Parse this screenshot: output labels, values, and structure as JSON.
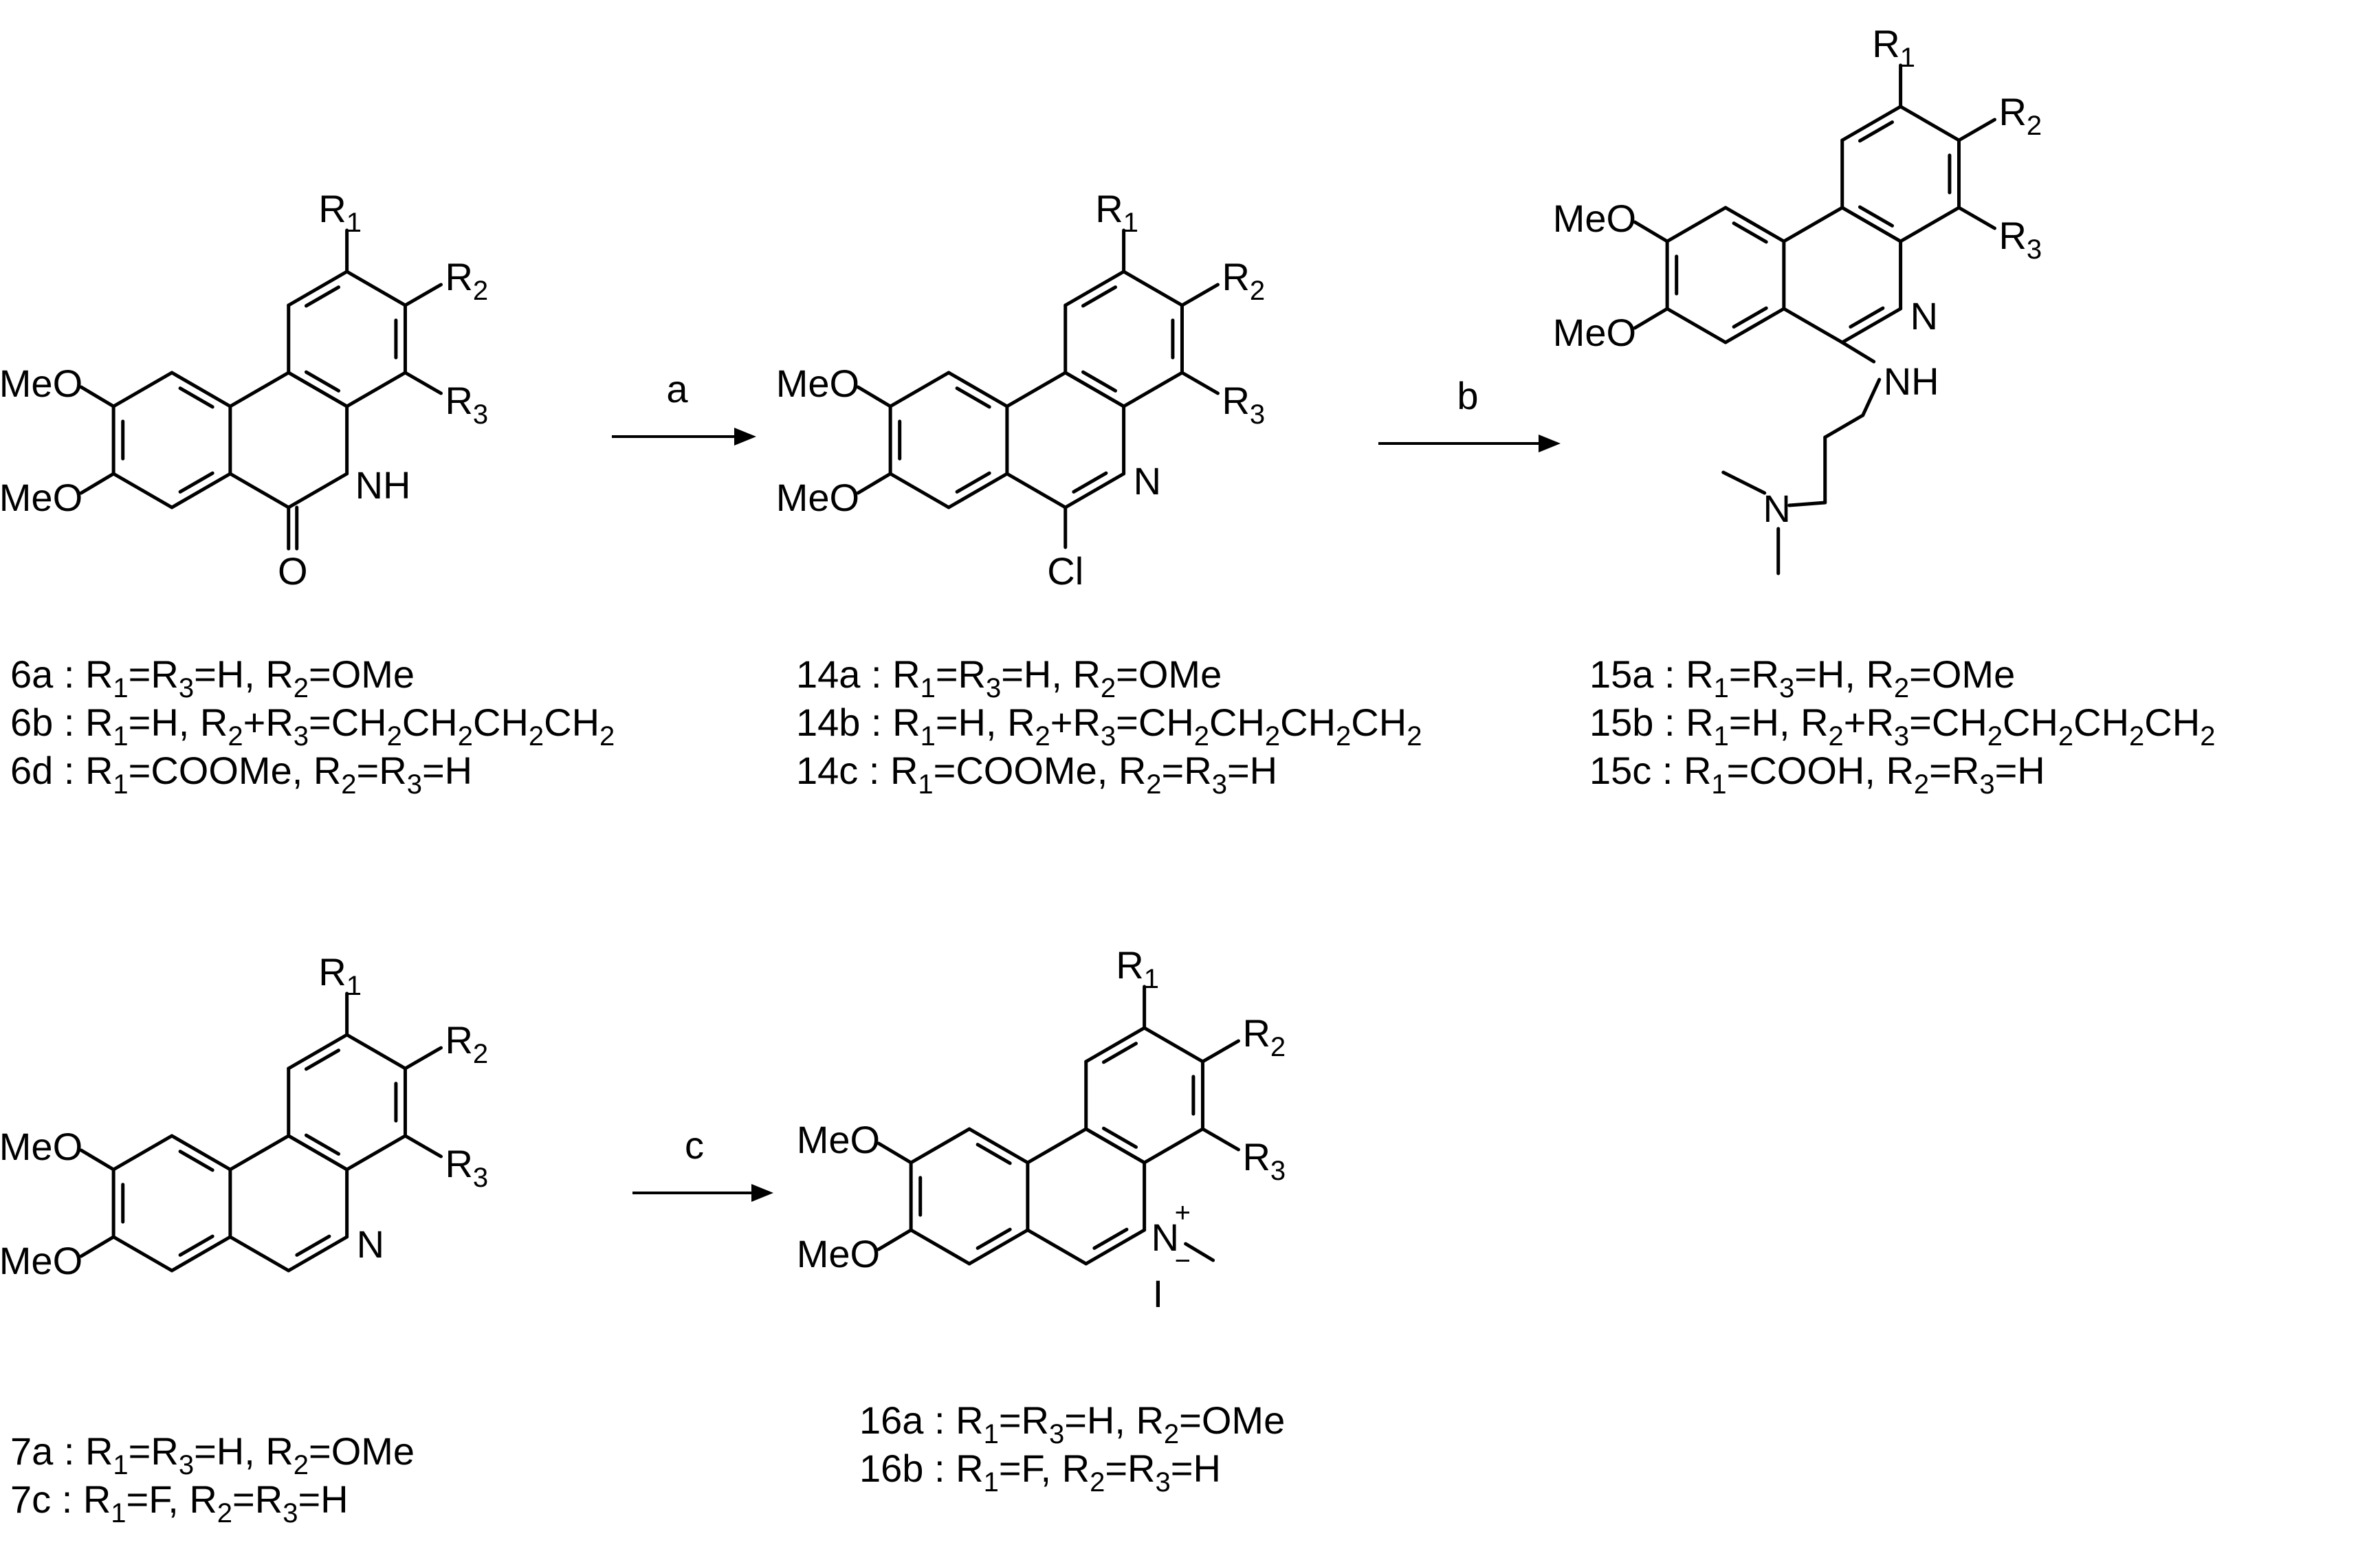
{
  "compounds": {
    "c6": {
      "substituents": {
        "r1": "R1",
        "r2": "R2",
        "r3": "R3",
        "ome_top": "MeO",
        "ome_bottom": "MeO",
        "n": "NH",
        "o": "O"
      },
      "captions": [
        {
          "id": "6a",
          "text": "6a : R1=R3=H, R2=OMe"
        },
        {
          "id": "6b",
          "text": "6b : R1=H, R2+R3=CH2CH2CH2CH2"
        },
        {
          "id": "6d",
          "text": "6d : R1=COOMe, R2=R3=H"
        }
      ]
    },
    "c14": {
      "substituents": {
        "r1": "R1",
        "r2": "R2",
        "r3": "R3",
        "ome_top": "MeO",
        "ome_bottom": "MeO",
        "n": "N",
        "cl": "Cl"
      },
      "captions": [
        {
          "id": "14a",
          "text": "14a : R1=R3=H, R2=OMe"
        },
        {
          "id": "14b",
          "text": "14b : R1=H, R2+R3=CH2CH2CH2CH2"
        },
        {
          "id": "14c",
          "text": "14c : R1=COOMe, R2=R3=H"
        }
      ]
    },
    "c15": {
      "substituents": {
        "r1": "R1",
        "r2": "R2",
        "r3": "R3",
        "ome_top": "MeO",
        "ome_bottom": "MeO",
        "n": "N",
        "nh": "NH",
        "nme2": "N"
      },
      "captions": [
        {
          "id": "15a",
          "text": "15a : R1=R3=H, R2=OMe"
        },
        {
          "id": "15b",
          "text": "15b : R1=H, R2+R3=CH2CH2CH2CH2"
        },
        {
          "id": "15c",
          "text": "15c : R1=COOH, R2=R3=H"
        }
      ]
    },
    "c7": {
      "substituents": {
        "r1": "R1",
        "r2": "R2",
        "r3": "R3",
        "ome_top": "MeO",
        "ome_bottom": "MeO",
        "n": "N"
      },
      "captions": [
        {
          "id": "7a",
          "text": "7a : R1=R3=H, R2=OMe"
        },
        {
          "id": "7c",
          "text": "7c : R1=F, R2=R3=H"
        }
      ]
    },
    "c16": {
      "substituents": {
        "r1": "R1",
        "r2": "R2",
        "r3": "R3",
        "ome_top": "MeO",
        "ome_bottom": "MeO",
        "n": "N",
        "charge": "+",
        "counterion": "I",
        "minus": "−"
      },
      "captions": [
        {
          "id": "16a",
          "text": "16a : R1=R3=H, R2=OMe"
        },
        {
          "id": "16b",
          "text": "16b : R1=F, R2=R3=H"
        }
      ]
    }
  },
  "arrows": [
    {
      "id": "a",
      "label": "a"
    },
    {
      "id": "b",
      "label": "b"
    },
    {
      "id": "c",
      "label": "c"
    }
  ]
}
